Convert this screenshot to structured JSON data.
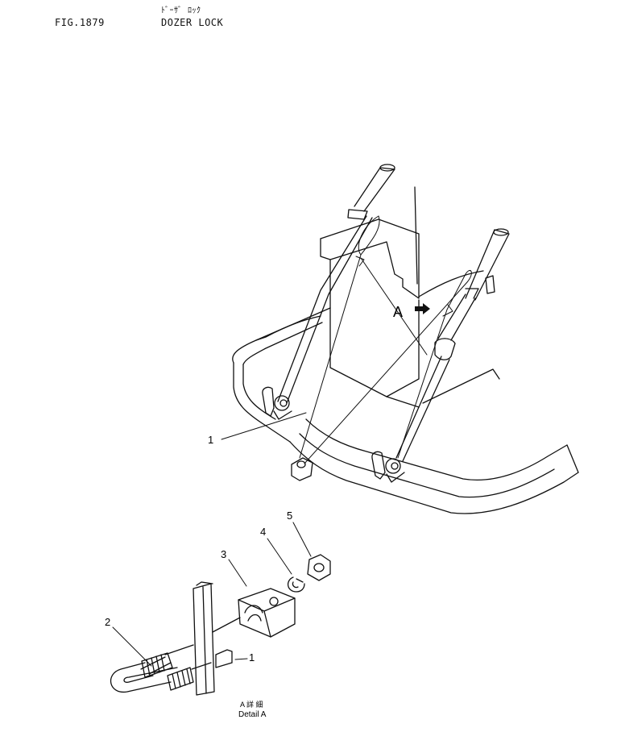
{
  "header": {
    "figure_number": "FIG.1879",
    "title_jp": "ﾄﾞｰｻﾞ ﾛｯｸ",
    "title_en": "DOZER LOCK"
  },
  "callouts": {
    "part_1_main": "1",
    "part_1_detail": "1",
    "part_2": "2",
    "part_3": "3",
    "part_4": "4",
    "part_5": "5",
    "detail_ref": "A"
  },
  "detail_caption": {
    "jp": "A 詳 細",
    "en": "Detail A"
  }
}
